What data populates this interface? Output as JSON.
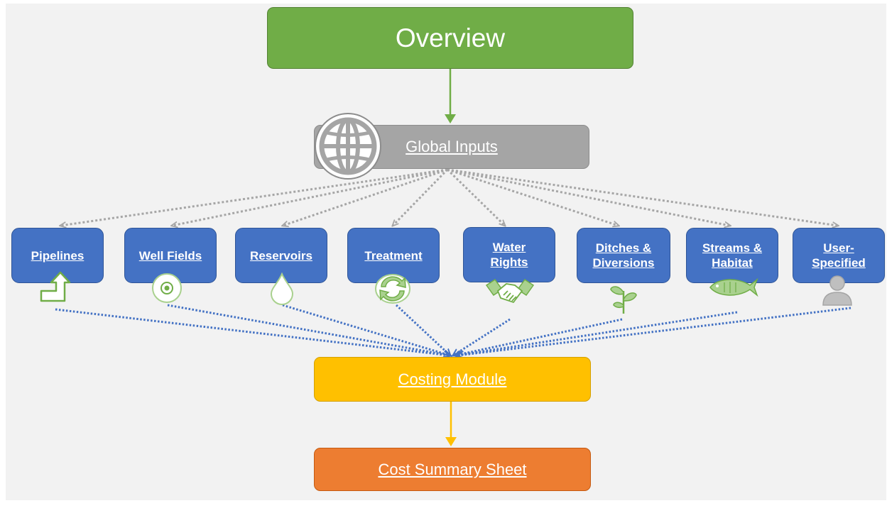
{
  "overview": {
    "label": "Overview"
  },
  "global_inputs": {
    "label": "Global Inputs",
    "icon": "globe-icon"
  },
  "modules": [
    {
      "id": "pipelines",
      "line1": "Pipelines",
      "line2": "",
      "icon": "pipe-arrow-icon"
    },
    {
      "id": "well-fields",
      "line1": "Well Fields",
      "line2": "",
      "icon": "well-disc-icon"
    },
    {
      "id": "reservoirs",
      "line1": "Reservoirs",
      "line2": "",
      "icon": "water-drop-icon"
    },
    {
      "id": "treatment",
      "line1": "Treatment",
      "line2": "",
      "icon": "recycle-arrows-icon"
    },
    {
      "id": "water-rights",
      "line1": "Water",
      "line2": "Rights",
      "icon": "handshake-icon"
    },
    {
      "id": "ditches-diversions",
      "line1": "Ditches &",
      "line2": "Diversions",
      "icon": "plant-sprout-icon"
    },
    {
      "id": "streams-habitat",
      "line1": "Streams &",
      "line2": "Habitat",
      "icon": "fish-icon"
    },
    {
      "id": "user-specified",
      "line1": "User-",
      "line2": "Specified",
      "icon": "user-icon"
    }
  ],
  "costing_module": {
    "label": "Costing Module"
  },
  "cost_summary": {
    "label": "Cost Summary Sheet"
  },
  "colors": {
    "overview": "#70ad47",
    "global_inputs": "#a5a5a5",
    "modules": "#4472c4",
    "costing_module": "#ffc000",
    "cost_summary": "#ed7d31",
    "icon_outline": "#70ad47",
    "icon_fill": "#a9d18e"
  }
}
